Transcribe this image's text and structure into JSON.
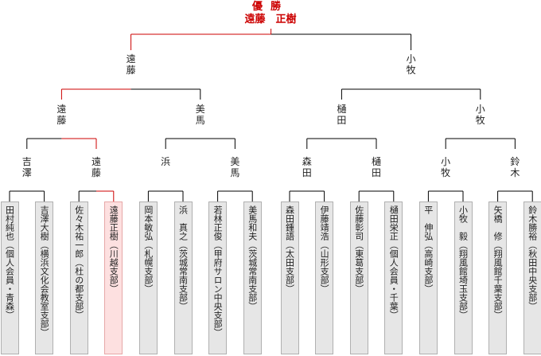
{
  "winner": {
    "title": "優勝",
    "name": "遠藤　正樹"
  },
  "final": [
    "遠藤",
    "小牧"
  ],
  "semifinal": [
    "遠藤",
    "美馬",
    "樋田",
    "小牧"
  ],
  "quarterfinal": [
    "吉澤",
    "遠藤",
    "浜",
    "美馬",
    "森田",
    "樋田",
    "小牧",
    "鈴木"
  ],
  "players": [
    "田村純也（個人会員・青森）",
    "吉澤大樹（横浜文化会教室支部）",
    "佐々木祐一郎（杜の都支部）",
    "遠藤正樹（川越支部）",
    "岡本敏弘（札幌支部）",
    "浜　真之（茨城常南支部）",
    "若林正俊（甲府サロン中央支部）",
    "美馬和夫（茨城常南支部）",
    "森田鍾語（太田支部）",
    "伊藤靖浩（山形支部）",
    "佐藤彰司（東葛支部）",
    "樋田栄正（個人会員・千葉）",
    "平　伸弘（高崎支部）",
    "小牧　毅（翔風館埼玉支部）",
    "矢橋　修（翔風館千葉支部）",
    "鈴木勝裕（秋田中央支部）"
  ],
  "colors": {
    "winner_path": "#cc0000",
    "line": "#000000",
    "champion_box": "#fde0e0"
  }
}
